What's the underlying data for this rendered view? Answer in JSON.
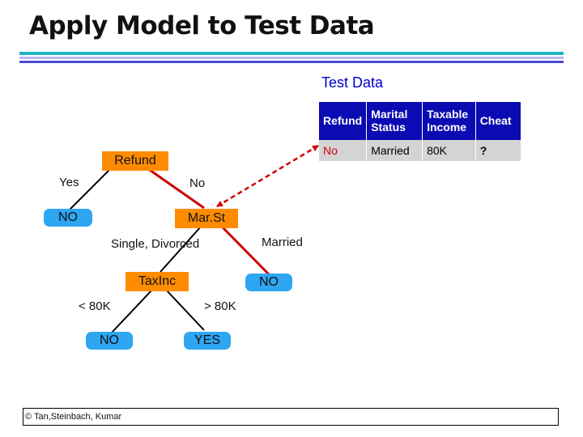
{
  "title": "Apply Model to Test Data",
  "test_data": {
    "label": "Test Data",
    "columns": [
      "Refund",
      "Marital Status",
      "Taxable Income",
      "Cheat"
    ],
    "row": [
      "No",
      "Married",
      "80K",
      "?"
    ]
  },
  "tree": {
    "root": "Refund",
    "branch_yes": "Yes",
    "branch_no": "No",
    "leaf_no_1": "NO",
    "marst": "Mar.St",
    "branch_single": "Single, Divorced",
    "branch_married": "Married",
    "taxinc": "TaxInc",
    "leaf_no_2": "NO",
    "branch_lt": "< 80K",
    "branch_gt": "> 80K",
    "leaf_no_3": "NO",
    "leaf_yes": "YES"
  },
  "footer": {
    "copyright": "© Tan,Steinbach, Kumar"
  },
  "colors": {
    "node_attribute": "#ff8c00",
    "node_leaf": "#2ea6f2",
    "table_header": "#0b0bb3",
    "table_row": "#d4d4d4",
    "highlight_path": "#cc0000"
  }
}
